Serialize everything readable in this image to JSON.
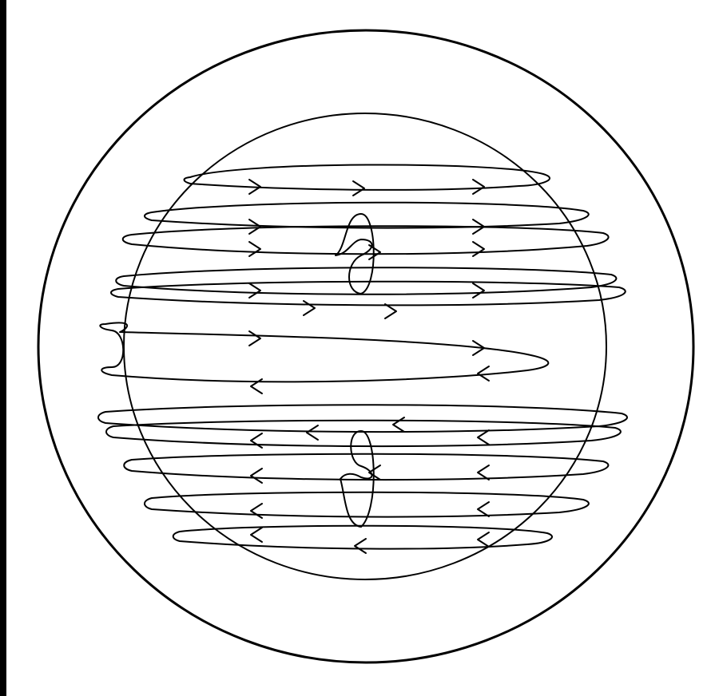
{
  "diagram": {
    "colors": {
      "line": "#000000",
      "background": "#ffffff",
      "left_edge": "#000000"
    },
    "elements": [
      "outer-circle",
      "inner-circle",
      "flow-lines",
      "direction-arrows",
      "loop-top",
      "loop-bottom"
    ],
    "icon_names": [
      "arrow-right-icon",
      "arrow-left-icon"
    ]
  }
}
